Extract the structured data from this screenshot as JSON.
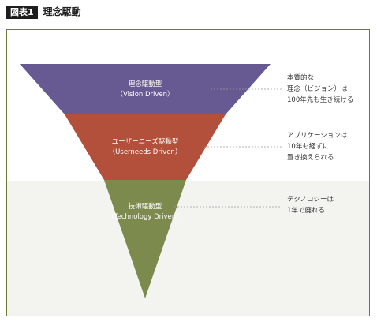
{
  "header": {
    "tag": "図表1",
    "title": "理念駆動"
  },
  "colors": {
    "vision": "#675a92",
    "userneeds": "#b3503b",
    "technology": "#7c8a4e",
    "frame_border": "#6b7a37",
    "band_bg": "#f3f3f0"
  },
  "tiers": [
    {
      "name": "理念駆動型",
      "english": "（Vision Driven）",
      "note_lines": [
        "本質的な",
        "理念（ビジョン）は",
        "100年先も生き続ける"
      ]
    },
    {
      "name": "ユーザーニーズ駆動型",
      "english": "（Userneeds  Driven）",
      "note_lines": [
        "アプリケーションは",
        "10年も経ずに",
        "置き換えられる"
      ]
    },
    {
      "name": "技術駆動型",
      "english": "（Technology Driven）",
      "note_lines": [
        "テクノロジーは",
        "1年で廃れる"
      ]
    }
  ]
}
